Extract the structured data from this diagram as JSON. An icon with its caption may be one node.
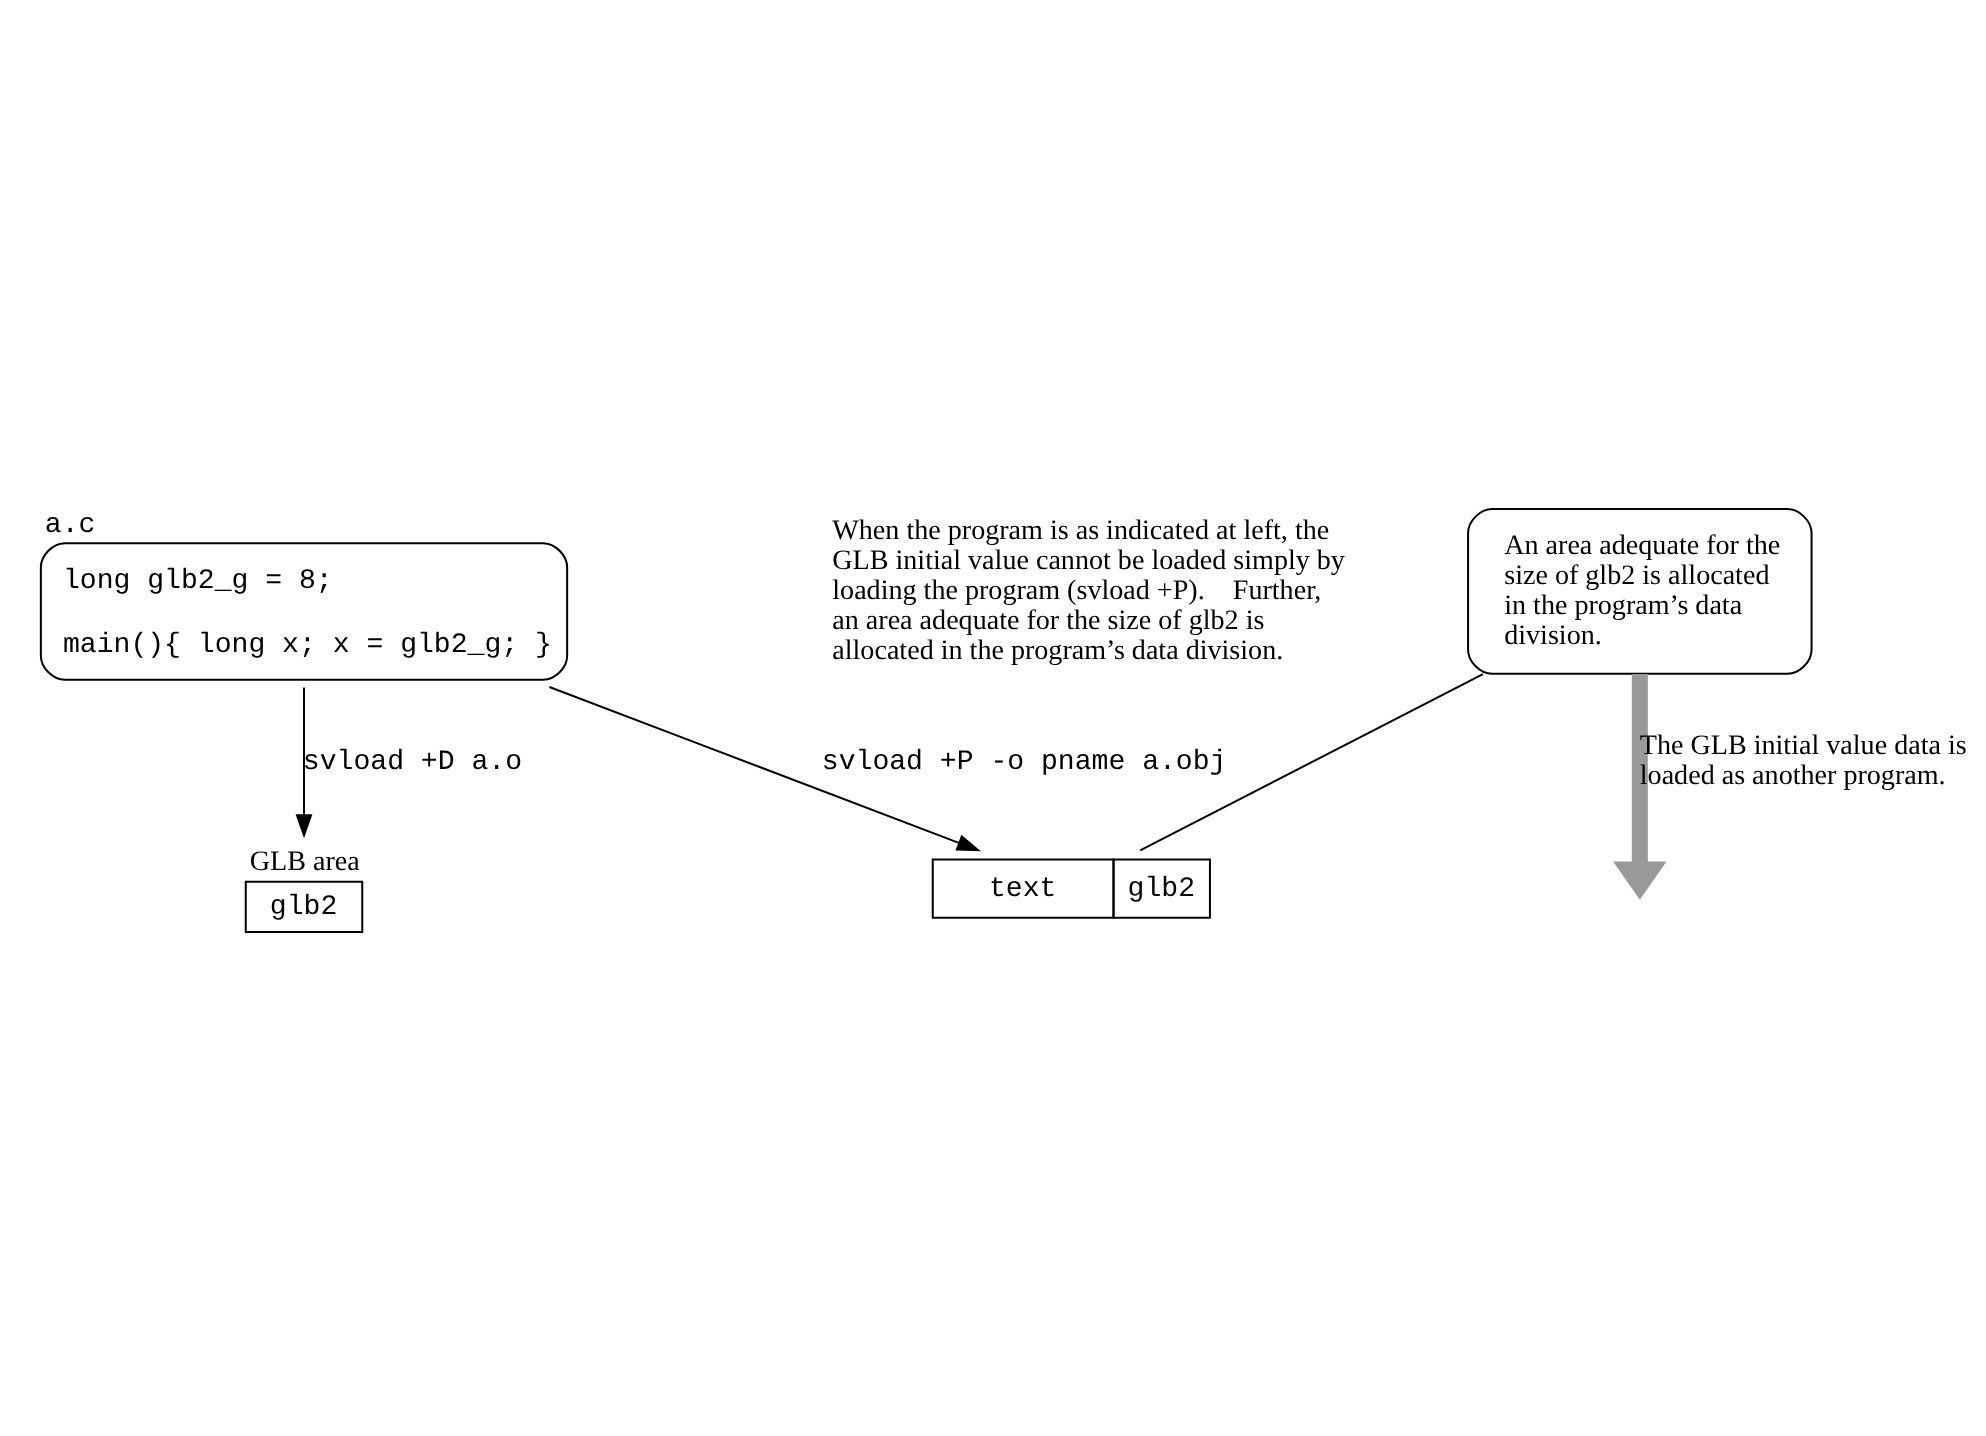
{
  "diagram": {
    "nodes": [
      {
        "text": [
          "a.c",
          "long glb2_g = 8;",
          "main(){ long x; x = glb2_g; }"
        ]
      },
      {
        "text": [
          "text",
          "glb2"
        ]
      },
      {
        "text": [
          "GLB area",
          "glb2"
        ]
      },
      {
        "text": [
          "An area adequate for the size of glb2 is allocated in the program’s data division."
        ]
      }
    ],
    "edges": [
      {
        "from": 0,
        "to": 1,
        "arrow": "to",
        "label": "svload +P -o pname a.obj"
      },
      {
        "from": 0,
        "to": 2,
        "arrow": "to",
        "label": "svload +D a.o"
      },
      {
        "from": 3,
        "to": 1,
        "arrow": "none"
      },
      {
        "from": 3,
        "to": null,
        "arrow": "to",
        "label": "The GLB initial value data is loaded as another program.",
        "style": "thick",
        "color": "#999999"
      }
    ],
    "labels": [
      "When the program is as indicated at left, the GLB initial value cannot be loaded simply by loading the program (svload +P).    Further, an area adequate for the size of glb2 is allocated in the program’s data division."
    ]
  }
}
